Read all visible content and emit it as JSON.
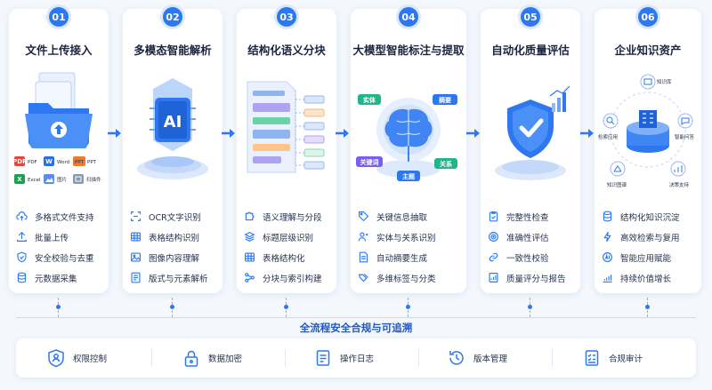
{
  "steps": [
    {
      "num": "01",
      "title": "文件上传接入",
      "items": [
        "多格式文件支持",
        "批量上传",
        "安全校验与去重",
        "元数据采集"
      ]
    },
    {
      "num": "02",
      "title": "多模态智能解析",
      "items": [
        "OCR文字识别",
        "表格结构识别",
        "图像内容理解",
        "版式与元素解析"
      ]
    },
    {
      "num": "03",
      "title": "结构化语义分块",
      "items": [
        "语义理解与分段",
        "标题层级识别",
        "表格结构化",
        "分块与索引构建"
      ]
    },
    {
      "num": "04",
      "title": "大模型智能标注与提取",
      "items": [
        "关键信息抽取",
        "实体与关系识别",
        "自动摘要生成",
        "多维标签与分类"
      ]
    },
    {
      "num": "05",
      "title": "自动化质量评估",
      "items": [
        "完整性检查",
        "准确性评估",
        "一致性校验",
        "质量评分与报告"
      ]
    },
    {
      "num": "06",
      "title": "企业知识资产",
      "items": [
        "结构化知识沉淀",
        "高效检索与复用",
        "智能应用赋能",
        "持续价值增长"
      ]
    }
  ],
  "upload_formats": [
    "PDF",
    "Word",
    "PPT",
    "Excel",
    "图片",
    "扫描件"
  ],
  "upload_badges": [
    "PDF",
    "W",
    "PPT",
    "X"
  ],
  "ai_chip": "AI",
  "brain_tags": [
    "实体",
    "摘要",
    "关键词",
    "关系",
    "主题"
  ],
  "asset_labels": [
    "知识库",
    "检索应用",
    "智能问答",
    "知识图谱",
    "决策支持"
  ],
  "bottom": {
    "title": "全流程安全合规与可追溯",
    "items": [
      "权限控制",
      "数据加密",
      "操作日志",
      "版本管理",
      "合规审计"
    ]
  },
  "colors": {
    "primary": "#2d78f0",
    "accent": "#1c58c9",
    "green": "#22b58a",
    "purple": "#7b5cf0",
    "orange": "#f29a2e"
  }
}
